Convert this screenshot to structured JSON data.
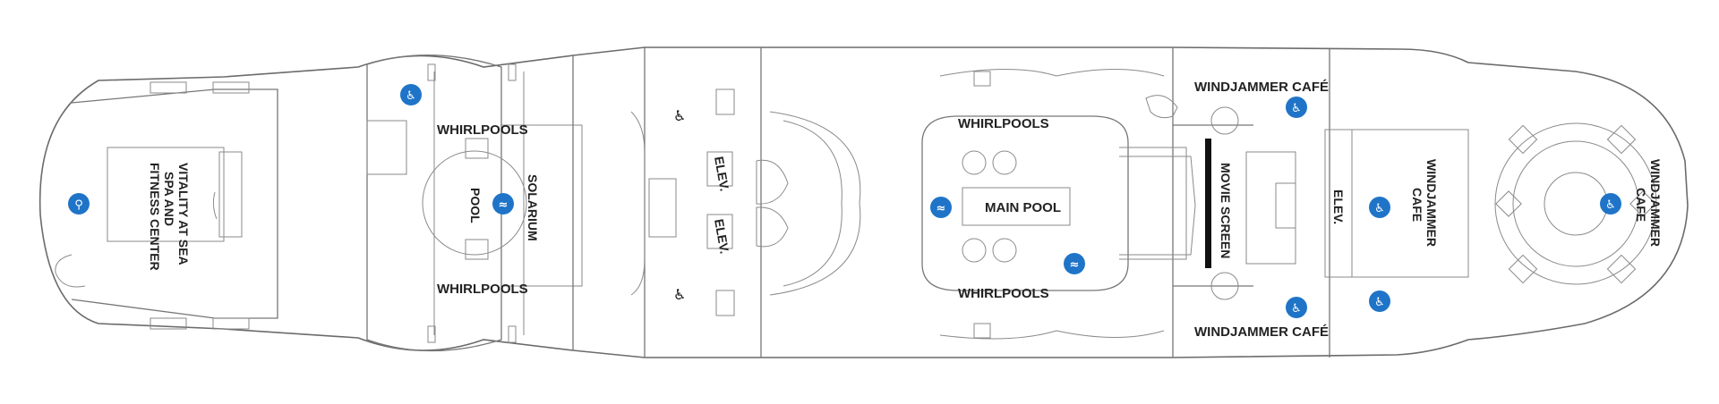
{
  "labels": {
    "spa": [
      "VITALITY AT SEA",
      "SPA AND",
      "FITNESS CENTER"
    ],
    "whirlpools_fwd_top": "WHIRLPOOLS",
    "whirlpools_fwd_bottom": "WHIRLPOOLS",
    "solarium": "SOLARIUM",
    "pool": "POOL",
    "elev_1": "ELEV.",
    "elev_2": "ELEV.",
    "whirlpools_mid_top": "WHIRLPOOLS",
    "whirlpools_mid_bottom": "WHIRLPOOLS",
    "main_pool": "MAIN POOL",
    "movie_screen": "MOVIE SCREEN",
    "windjammer_top": "WINDJAMMER CAFÉ",
    "windjammer_bottom": "WINDJAMMER CAFÉ",
    "elev_3": "ELEV.",
    "windjammer_mid": [
      "WINDJAMMER",
      "CAFE"
    ],
    "windjammer_aft": [
      "WINDJAMMER",
      "CAFE"
    ]
  },
  "icons": {
    "accessible": "accessible-icon",
    "restroom": "restroom-icon",
    "fitness": "fitness-icon",
    "pool": "pool-icon"
  },
  "colors": {
    "icon_blue": "#1f74c8",
    "outline": "#6b6b6b",
    "screen": "#111111"
  }
}
